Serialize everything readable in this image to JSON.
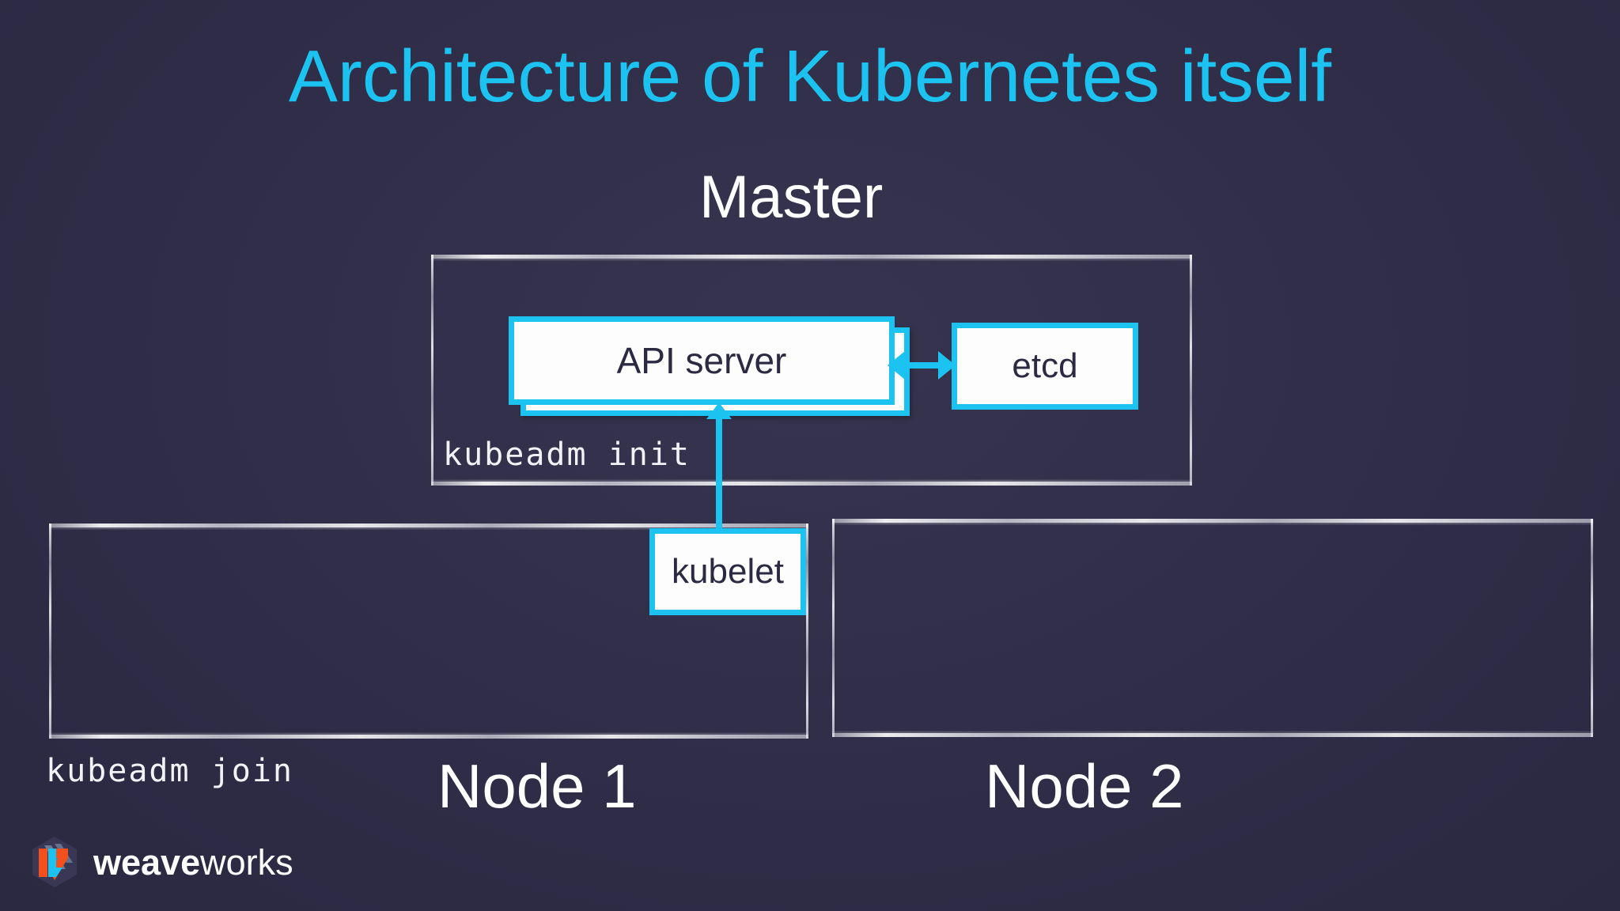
{
  "slide": {
    "title": "Architecture of Kubernetes itself",
    "background_color": "#2e2c47",
    "accent_color": "#1cc3f0",
    "text_color": "#ffffff"
  },
  "sections": {
    "master_label": "Master",
    "node1_label": "Node 1",
    "node2_label": "Node 2"
  },
  "components": {
    "api_server": "API server",
    "etcd": "etcd",
    "kubelet": "kubelet"
  },
  "annotations": {
    "kubeadm_init": "kubeadm init",
    "kubeadm_join": "kubeadm join"
  },
  "arrows": [
    {
      "name": "api-server-etcd",
      "from": "API server",
      "to": "etcd",
      "direction": "bidirectional",
      "color": "#1cc3f0"
    },
    {
      "name": "kubelet-api-server",
      "from": "kubelet",
      "to": "API server",
      "direction": "up",
      "color": "#1cc3f0"
    }
  ],
  "logo": {
    "brand_bold": "weave",
    "brand_thin": "works",
    "mark_colors": [
      "#f4501e",
      "#6b7a99",
      "#1cc3f0"
    ]
  }
}
